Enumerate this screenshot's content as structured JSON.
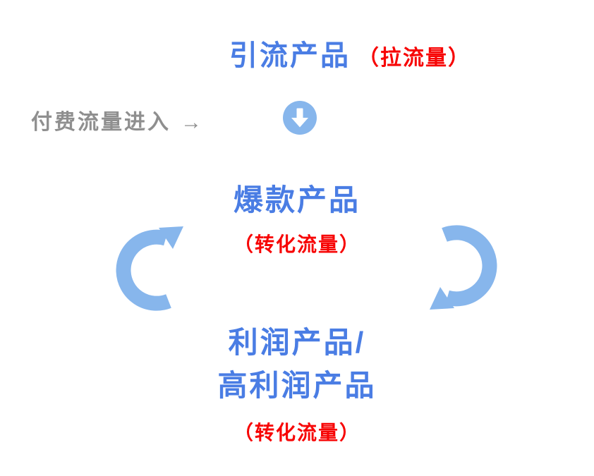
{
  "colors": {
    "title_blue": "#4a7de4",
    "accent_red": "#f70505",
    "label_gray": "#8f8f8f",
    "arrow_blue": "#87b6ec",
    "background": "#ffffff"
  },
  "top": {
    "title": "引流产品",
    "note": "（拉流量）"
  },
  "paid_traffic": {
    "label": "付费流量进入",
    "arrow_glyph": "→"
  },
  "middle": {
    "title": "爆款产品",
    "note": "（转化流量）"
  },
  "bottom": {
    "title_line1": "利润产品/",
    "title_line2": "高利润产品",
    "note": "（转化流量）"
  },
  "icons": {
    "down_arrow": "down-arrow-circle-icon",
    "left_cycle": "cycle-arrow-left-icon",
    "right_cycle": "cycle-arrow-right-icon"
  }
}
